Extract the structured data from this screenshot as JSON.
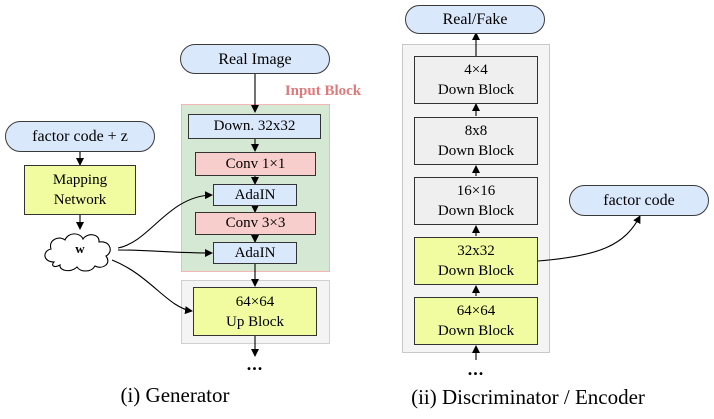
{
  "generator": {
    "input_block_title": "Input Block",
    "real_image": "Real Image",
    "factor_code_z": "factor code + z",
    "mapping_network": [
      "Mapping",
      "Network"
    ],
    "w": "w",
    "down32": "Down. 32x32",
    "conv1": "Conv 1×1",
    "adain1": "AdaIN",
    "conv3": "Conv 3×3",
    "adain2": "AdaIN",
    "up_block": [
      "64×64",
      "Up Block"
    ],
    "ellipsis": "...",
    "caption": "(i) Generator"
  },
  "discriminator": {
    "real_fake": "Real/Fake",
    "blocks": [
      [
        "4×4",
        "Down Block"
      ],
      [
        "8x8",
        "Down Block"
      ],
      [
        "16×16",
        "Down Block"
      ],
      [
        "32x32",
        "Down Block"
      ],
      [
        "64×64",
        "Down Block"
      ]
    ],
    "factor_code": "factor code",
    "ellipsis": "...",
    "caption": "(ii) Discriminator / Encoder"
  },
  "colors": {
    "pill": "#dae8fc",
    "blue_box": "#dae8fc",
    "pink_box": "#f8cecc",
    "yellow_box": "#f1fca0",
    "gray_box": "#efefef",
    "input_block_region": "#d5e8d4",
    "input_block_border": "#f4b6b6",
    "region_gray": "#f4f4f4",
    "title_red": "#e07a7a"
  }
}
